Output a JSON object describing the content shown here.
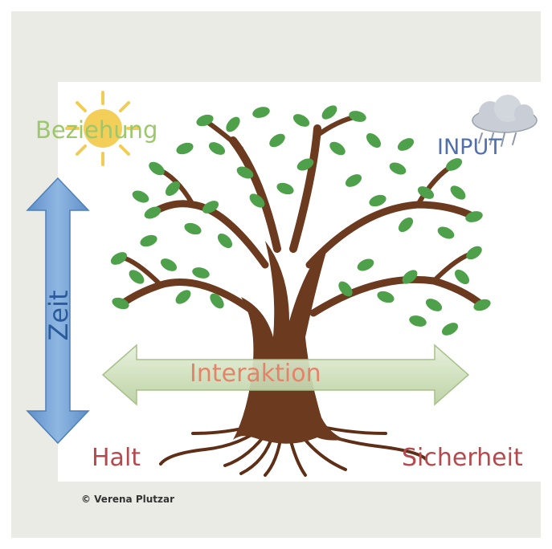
{
  "labels": {
    "beziehung": "Beziehung",
    "input": "INPUT",
    "zeit": "Zeit",
    "interaktion": "Interaktion",
    "halt": "Halt",
    "sicherheit": "Sicherheit"
  },
  "copyright": "© Verena Plutzar",
  "icons": {
    "sun": "sun-icon",
    "cloud": "rain-cloud-icon",
    "tree": "tree-illustration"
  },
  "colors": {
    "frame": "#ebebe5",
    "panel": "#ffffff",
    "beziehung": "#9dc76b",
    "input": "#4f6fae",
    "zeit": "#2d5a9b",
    "interaktion": "#e3846a",
    "halt_sicherheit": "#b44a4e",
    "vertical_arrow": "#76a3d6",
    "horizontal_arrow": "#d3e3c0",
    "trunk": "#6b3a1f",
    "leaf": "#4ea04a",
    "sun": "#f3cf5a"
  }
}
